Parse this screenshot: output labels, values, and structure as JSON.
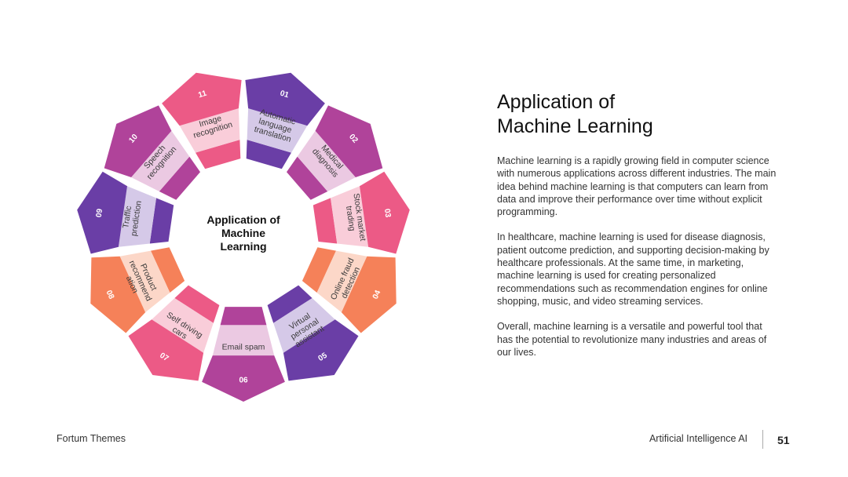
{
  "diagram": {
    "center_title": [
      "Application of",
      "Machine",
      "Learning"
    ],
    "segments": [
      {
        "num": "01",
        "lines": [
          "Automatic",
          "language",
          "translation"
        ],
        "light": "#d5c9e8",
        "dark": "#6a3ea6"
      },
      {
        "num": "02",
        "lines": [
          "Medical",
          "diagnosis"
        ],
        "light": "#ebc9e2",
        "dark": "#b0439a"
      },
      {
        "num": "03",
        "lines": [
          "Stock market",
          "trading"
        ],
        "light": "#f9cdd9",
        "dark": "#ec5a86"
      },
      {
        "num": "04",
        "lines": [
          "Online fraud",
          "detection"
        ],
        "light": "#fcd7c8",
        "dark": "#f58159"
      },
      {
        "num": "05",
        "lines": [
          "Virtual",
          "personal",
          "assistant"
        ],
        "light": "#d5c9e8",
        "dark": "#6a3ea6"
      },
      {
        "num": "06",
        "lines": [
          "Email spam"
        ],
        "light": "#ebc9e2",
        "dark": "#b0439a"
      },
      {
        "num": "07",
        "lines": [
          "Self driving",
          "cars"
        ],
        "light": "#f9cdd9",
        "dark": "#ec5a86"
      },
      {
        "num": "08",
        "lines": [
          "Product",
          "recommend",
          "ation"
        ],
        "light": "#fcd7c8",
        "dark": "#f58159"
      },
      {
        "num": "09",
        "lines": [
          "Traffic",
          "prediction"
        ],
        "light": "#d5c9e8",
        "dark": "#6a3ea6"
      },
      {
        "num": "10",
        "lines": [
          "Speech",
          "recognition"
        ],
        "light": "#ebc9e2",
        "dark": "#b0439a"
      },
      {
        "num": "11",
        "lines": [
          "Image",
          "recognition"
        ],
        "light": "#f9cdd9",
        "dark": "#ec5a86"
      }
    ]
  },
  "content": {
    "title": [
      "Application of",
      "Machine Learning"
    ],
    "paragraphs": [
      "Machine learning is a rapidly growing field in computer science with numerous applications across different industries. The main idea behind machine learning is that computers can learn from data and improve their performance over time without explicit programming.",
      "In healthcare, machine learning is used for disease diagnosis, patient outcome prediction, and supporting decision-making by healthcare professionals. At the same time, in marketing, machine learning is used for creating personalized recommendations such as recommendation engines for online shopping, music, and video streaming services.",
      "Overall, machine learning is a versatile and powerful tool that has the potential to revolutionize many industries and areas of our lives."
    ]
  },
  "footer": {
    "brand": "Fortum Themes",
    "topic": "Artificial Intelligence AI",
    "page": "51"
  }
}
